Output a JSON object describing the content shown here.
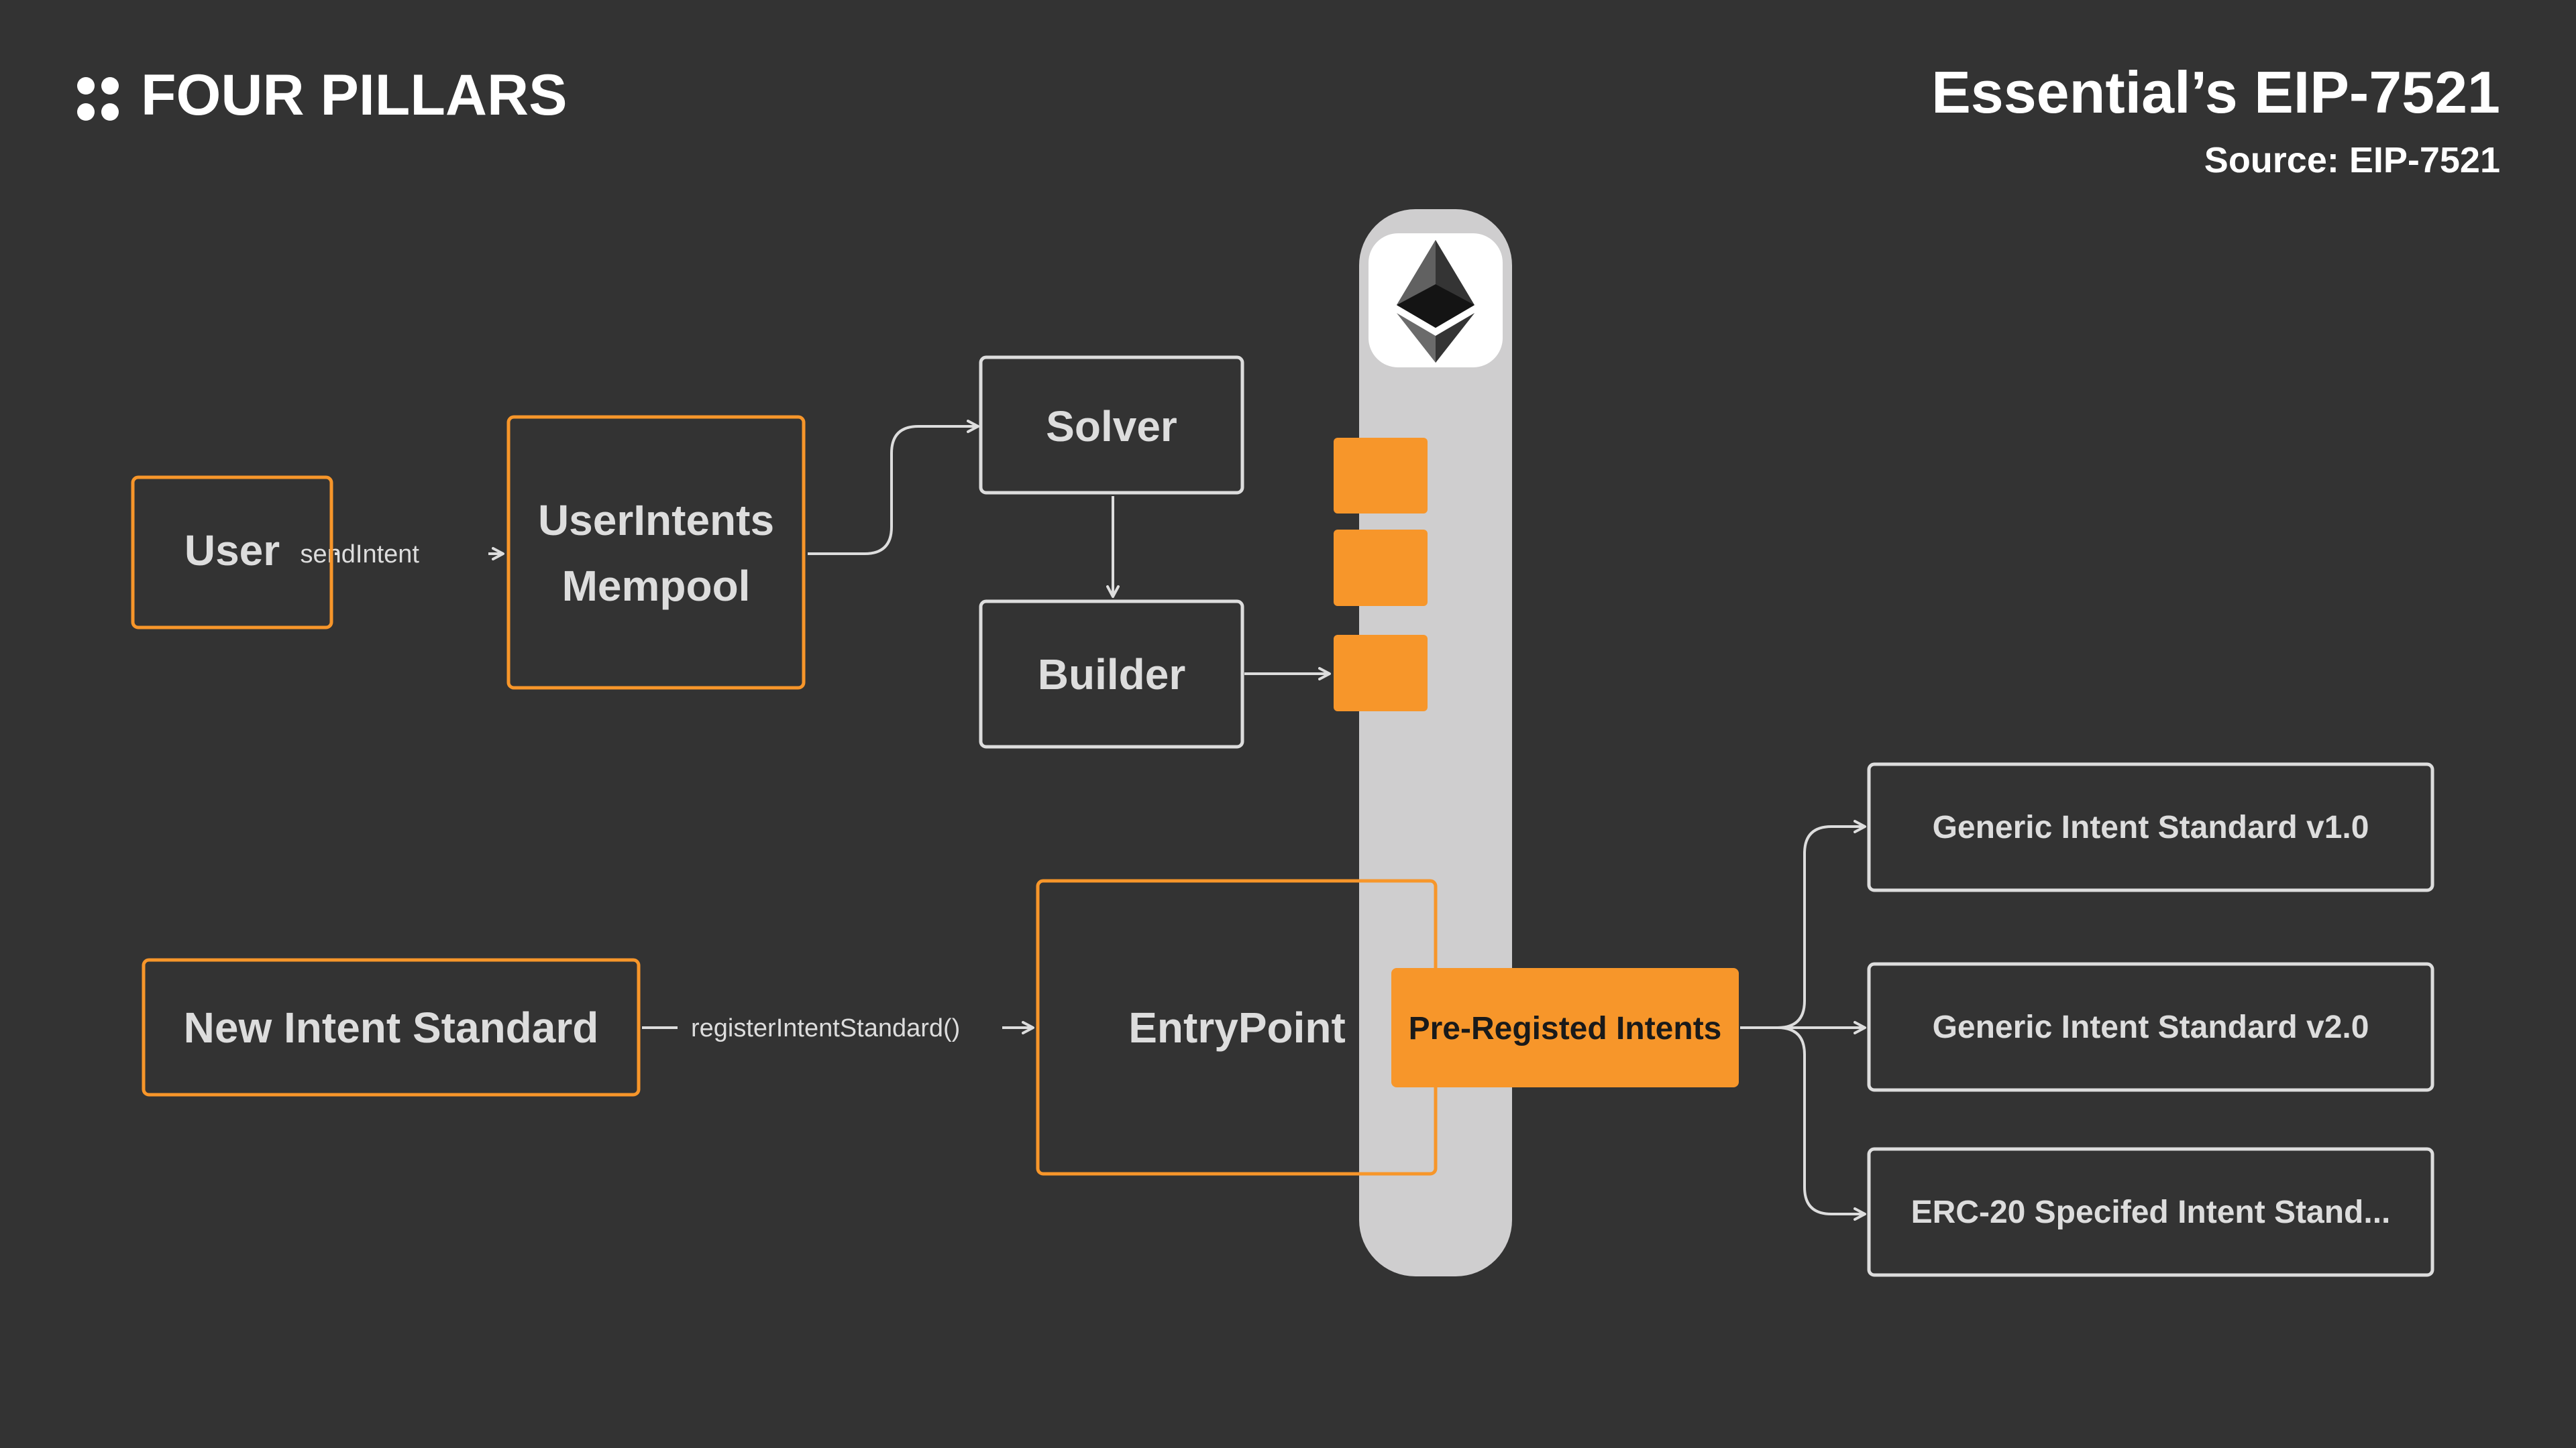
{
  "brand": {
    "name": "FOUR PILLARS"
  },
  "header": {
    "title": "Essential’s EIP-7521",
    "source": "Source: EIP-7521"
  },
  "colors": {
    "background": "#333333",
    "accent": "#F7962A",
    "node_text": "#DDDDDD",
    "neutral_border": "#DDDDDD",
    "chain_column": "#CFCECF"
  },
  "chain": {
    "icon": "ethereum-icon"
  },
  "nodes": {
    "user": "User",
    "mempool_line1": "UserIntents",
    "mempool_line2": "Mempool",
    "solver": "Solver",
    "builder": "Builder",
    "new_intent_standard": "New Intent Standard",
    "entrypoint": "EntryPoint",
    "pre_registered": "Pre-Registed Intents",
    "standard_v1": "Generic Intent Standard v1.0",
    "standard_v2": "Generic Intent Standard v2.0",
    "standard_erc20": "ERC-20 Specifed Intent Stand..."
  },
  "edges": {
    "send_intent": "sendIntent",
    "register_intent_standard": "registerIntentStandard()"
  }
}
